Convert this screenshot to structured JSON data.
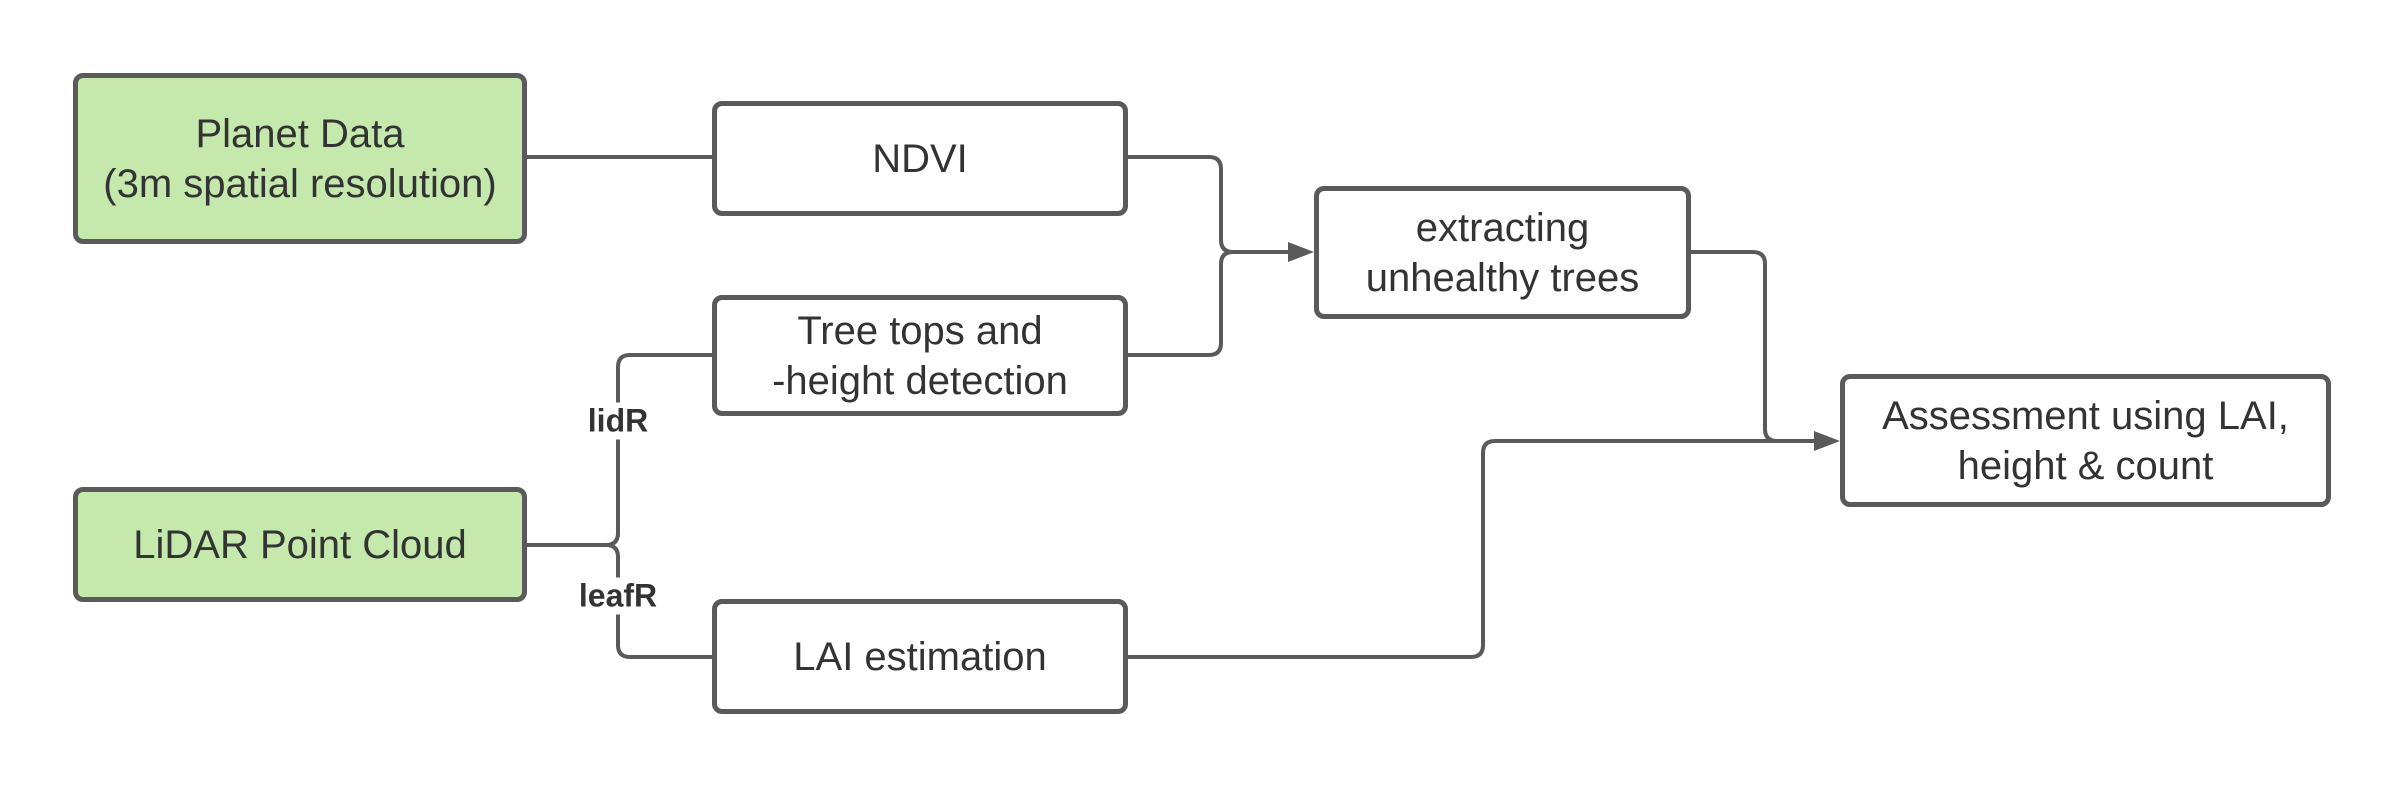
{
  "colors": {
    "stroke": "#5a5a5a",
    "input_fill": "#c5e8ad",
    "process_fill": "#ffffff",
    "text": "#333333"
  },
  "nodes": {
    "planet": {
      "lines": [
        "Planet Data",
        "(3m spatial resolution)"
      ]
    },
    "lidar": {
      "lines": [
        "LiDAR Point Cloud"
      ]
    },
    "ndvi": {
      "lines": [
        "NDVI"
      ]
    },
    "treetops": {
      "lines": [
        "Tree tops and",
        "-height detection"
      ]
    },
    "lai": {
      "lines": [
        "LAI estimation"
      ]
    },
    "extract": {
      "lines": [
        "extracting",
        "unhealthy trees"
      ]
    },
    "assess": {
      "lines": [
        "Assessment using LAI,",
        "height & count"
      ]
    }
  },
  "edge_labels": {
    "lidr": "lidR",
    "leafr": "leafR"
  },
  "edges": [
    {
      "from": "planet",
      "to": "ndvi"
    },
    {
      "from": "lidar",
      "to": "treetops",
      "label": "lidr"
    },
    {
      "from": "lidar",
      "to": "lai",
      "label": "leafr"
    },
    {
      "from": "ndvi",
      "to": "extract"
    },
    {
      "from": "treetops",
      "to": "extract"
    },
    {
      "from": "extract",
      "to": "assess"
    },
    {
      "from": "lai",
      "to": "assess"
    }
  ]
}
